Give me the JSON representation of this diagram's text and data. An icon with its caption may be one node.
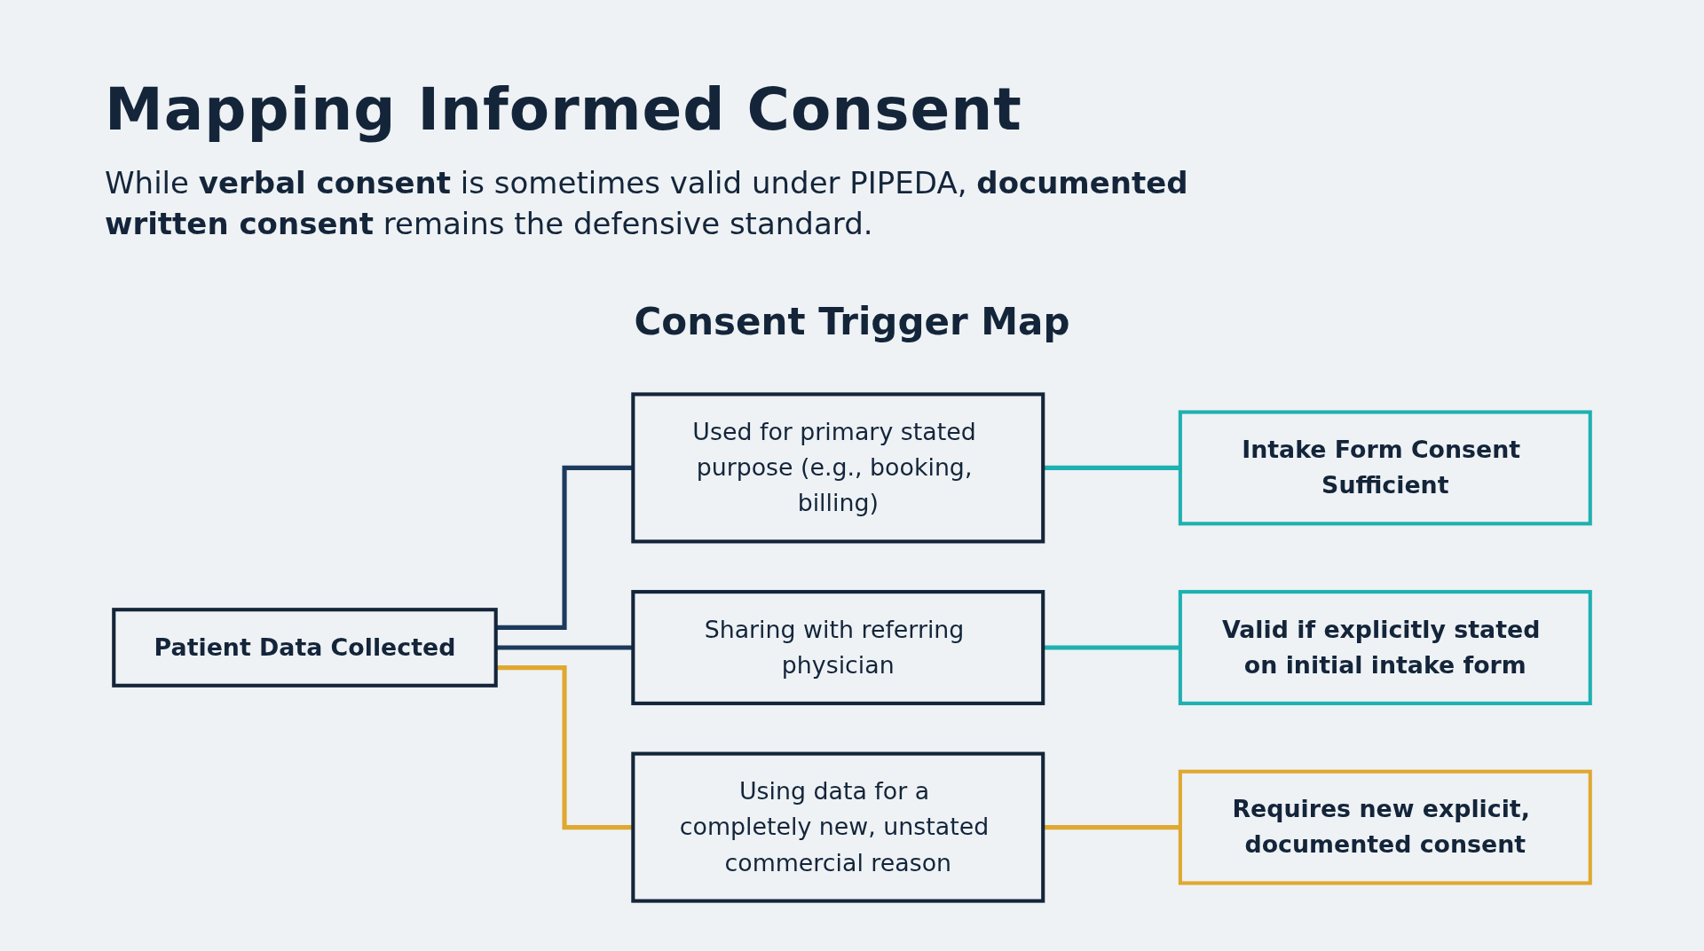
{
  "diagram": {
    "title": "Mapping Informed Consent",
    "caption": "While **verbal consent** is sometimes valid under PIPEDA, **documented written consent** remains the defensive standard.",
    "nodes": [
      {
        "text": [
          "Patient Data Collected"
        ]
      },
      {
        "text": [
          "Used for primary stated purpose (e.g., booking, billing)"
        ]
      },
      {
        "text": [
          "Sharing with referring physician"
        ]
      },
      {
        "text": [
          "Using data for a completely new, unstated commercial reason"
        ]
      },
      {
        "text": [
          "Intake Form Consent Sufficient"
        ]
      },
      {
        "text": [
          "Valid if explicitly stated on initial intake form"
        ]
      },
      {
        "text": [
          "Requires new explicit, documented consent"
        ]
      }
    ],
    "edges": [
      {
        "from": 0,
        "to": 1,
        "arrow": "none",
        "color": "#1d3a5c"
      },
      {
        "from": 0,
        "to": 2,
        "arrow": "none",
        "color": "#1d3a5c"
      },
      {
        "from": 0,
        "to": 3,
        "arrow": "none",
        "color": "#e0a830"
      },
      {
        "from": 1,
        "to": 4,
        "arrow": "none",
        "color": "#1fb0b0"
      },
      {
        "from": 2,
        "to": 5,
        "arrow": "none",
        "color": "#1fb0b0"
      },
      {
        "from": 3,
        "to": 6,
        "arrow": "none",
        "color": "#e0a830"
      }
    ],
    "labels": [
      "Consent Trigger Map"
    ]
  }
}
